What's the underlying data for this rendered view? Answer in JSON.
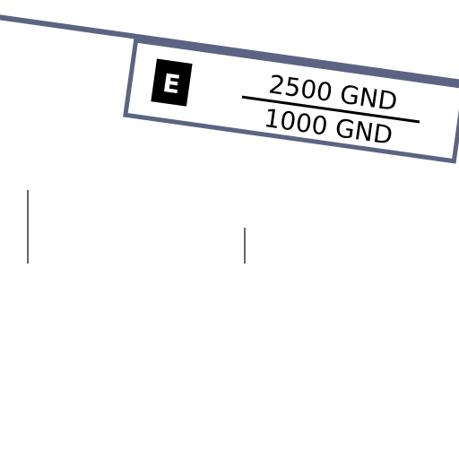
{
  "airspace": {
    "class_letter": "E",
    "upper_limit": "2500 GND",
    "lower_limit": "1000 GND"
  },
  "colors": {
    "boundary": "#5b6482",
    "badge": "#000000",
    "tick_lines": "#000000"
  }
}
